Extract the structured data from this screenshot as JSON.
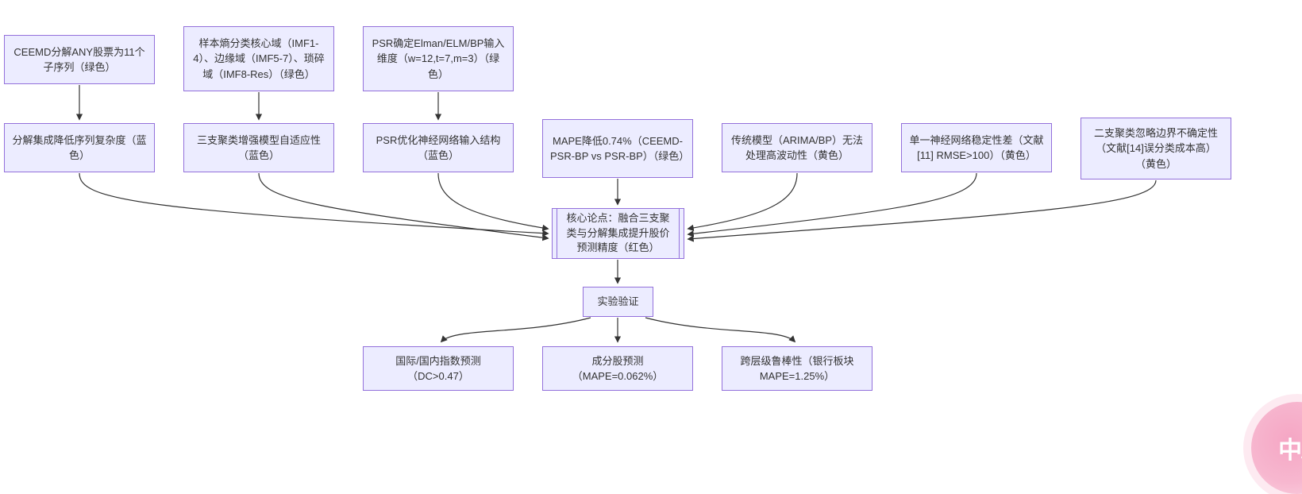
{
  "diagram": {
    "colors": {
      "node_fill": "#ECECFF",
      "node_border": "#9370DB",
      "arrow": "#333333",
      "background": "#ffffff"
    },
    "nodes": [
      {
        "id": "ceemd-decompose",
        "label": "CEEMD分解ANY股票为11个子序列（绿色）"
      },
      {
        "id": "sample-entropy",
        "label": "样本熵分类核心域（IMF1-4）、边缘域（IMF5-7）、琐碎域（IMF8-Res）（绿色）"
      },
      {
        "id": "psr-input-dim",
        "label": "PSR确定Elman/ELM/BP输入维度（w=12,t=7,m=3）（绿色）"
      },
      {
        "id": "decomp-complexity",
        "label": "分解集成降低序列复杂度（蓝色）"
      },
      {
        "id": "three-way-adaptive",
        "label": "三支聚类增强模型自适应性（蓝色）"
      },
      {
        "id": "psr-structure",
        "label": "PSR优化神经网络输入结构（蓝色）"
      },
      {
        "id": "mape-improvement",
        "label": "MAPE降低0.74%（CEEMD-PSR-BP vs PSR-BP）（绿色）"
      },
      {
        "id": "traditional-limit",
        "label": "传统模型（ARIMA/BP）无法处理高波动性（黄色）"
      },
      {
        "id": "single-nn-unstable",
        "label": "单一神经网络稳定性差（文献[11] RMSE>100）（黄色）"
      },
      {
        "id": "two-way-boundary",
        "label": "二支聚类忽略边界不确定性（文献[14]误分类成本高）（黄色）"
      },
      {
        "id": "core-thesis",
        "label": "核心论点：融合三支聚类与分解集成提升股价预测精度（红色）"
      },
      {
        "id": "experiment",
        "label": "实验验证"
      },
      {
        "id": "index-forecast",
        "label": "国际/国内指数预测（DC>0.47）"
      },
      {
        "id": "constituent-forecast",
        "label": "成分股预测（MAPE=0.062%）"
      },
      {
        "id": "cross-level-robust",
        "label": "跨层级鲁棒性（银行板块 MAPE=1.25%）"
      }
    ],
    "edges": [
      {
        "from": "ceemd-decompose",
        "to": "decomp-complexity"
      },
      {
        "from": "sample-entropy",
        "to": "three-way-adaptive"
      },
      {
        "from": "psr-input-dim",
        "to": "psr-structure"
      },
      {
        "from": "decomp-complexity",
        "to": "core-thesis"
      },
      {
        "from": "three-way-adaptive",
        "to": "core-thesis"
      },
      {
        "from": "psr-structure",
        "to": "core-thesis"
      },
      {
        "from": "mape-improvement",
        "to": "core-thesis"
      },
      {
        "from": "traditional-limit",
        "to": "core-thesis"
      },
      {
        "from": "single-nn-unstable",
        "to": "core-thesis"
      },
      {
        "from": "two-way-boundary",
        "to": "core-thesis"
      },
      {
        "from": "core-thesis",
        "to": "experiment"
      },
      {
        "from": "experiment",
        "to": "index-forecast"
      },
      {
        "from": "experiment",
        "to": "constituent-forecast"
      },
      {
        "from": "experiment",
        "to": "cross-level-robust"
      }
    ]
  },
  "translate_badge": {
    "label": "中A"
  }
}
